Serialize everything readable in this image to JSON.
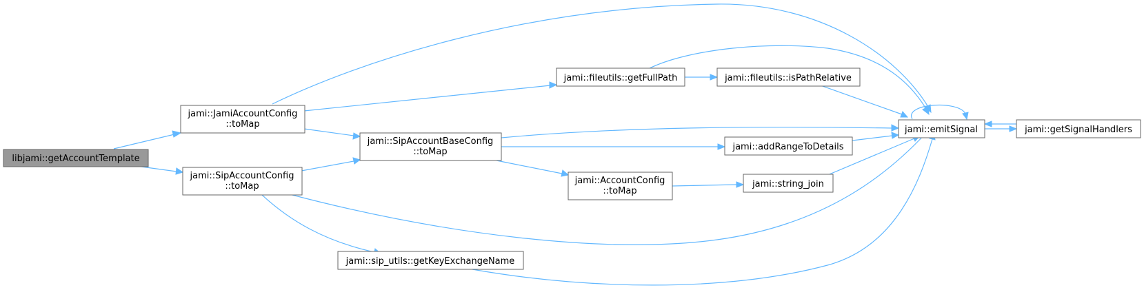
{
  "graph": {
    "nodes": {
      "getAccountTemplate": {
        "lines": [
          "libjami::getAccountTemplate"
        ],
        "root": true
      },
      "jamiConfig": {
        "lines": [
          "jami::JamiAccountConfig",
          "::toMap"
        ]
      },
      "sipConfig": {
        "lines": [
          "jami::SipAccountConfig",
          "::toMap"
        ]
      },
      "sipBase": {
        "lines": [
          "jami::SipAccountBaseConfig",
          "::toMap"
        ]
      },
      "getFullPath": {
        "lines": [
          "jami::fileutils::getFullPath"
        ]
      },
      "isPathRelative": {
        "lines": [
          "jami::fileutils::isPathRelative"
        ]
      },
      "emitSignal": {
        "lines": [
          "jami::emitSignal"
        ]
      },
      "getSignalHandlers": {
        "lines": [
          "jami::getSignalHandlers"
        ]
      },
      "addRange": {
        "lines": [
          "jami::addRangeToDetails"
        ]
      },
      "accountConfig": {
        "lines": [
          "jami::AccountConfig",
          "::toMap"
        ]
      },
      "stringJoin": {
        "lines": [
          "jami::string_join"
        ]
      },
      "keyExchange": {
        "lines": [
          "jami::sip_utils::getKeyExchangeName"
        ]
      }
    }
  }
}
